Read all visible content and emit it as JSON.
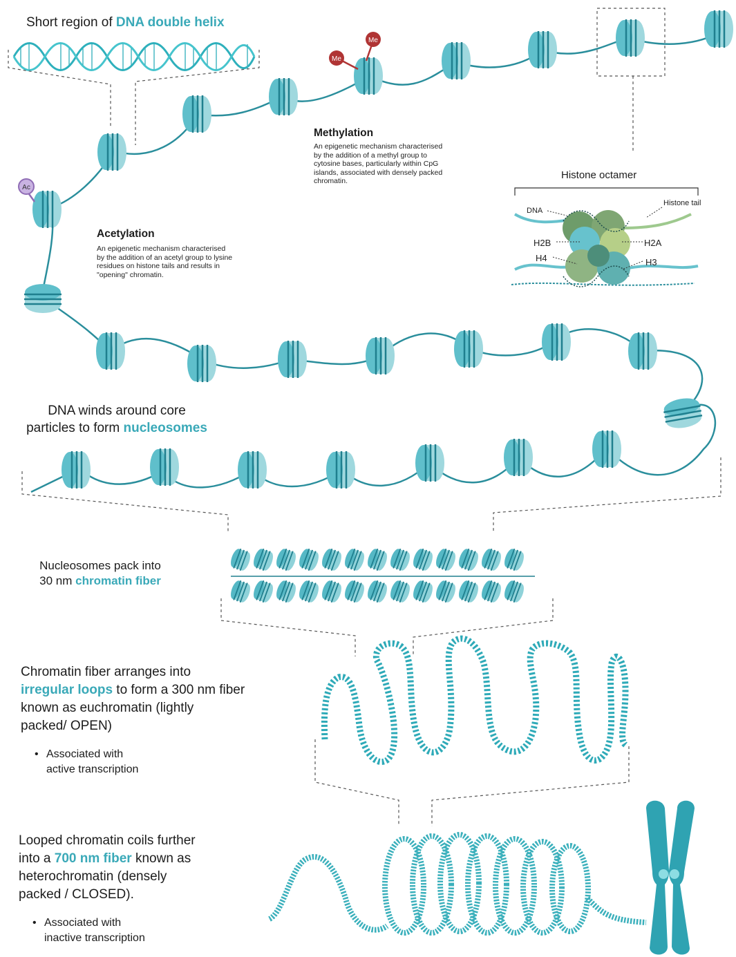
{
  "colors": {
    "teal": "#3aa9b8",
    "nucleosome": "#67c2cd",
    "nucleosome_dark": "#1f8696",
    "dna": "#2a8e9c",
    "methyl": "#b03434",
    "acetyl": "#a482c7",
    "histone_green": "#86b17c",
    "histone_blue": "#67c2cd"
  },
  "icons": {
    "nucleosome": "nucleosome-icon",
    "chromosome": "chromosome-icon"
  },
  "dna_helix": {
    "prefix": "Short region of ",
    "highlight": "DNA double helix"
  },
  "methylation": {
    "title": "Methylation",
    "body_lines": [
      "An epigenetic mechanism characterised",
      "by the addition of a methyl group to",
      "cytosine bases, particularly within CpG",
      "islands, associated with densely packed",
      "chromatin."
    ],
    "tag": "Me"
  },
  "acetylation": {
    "title": "Acetylation",
    "body_lines": [
      "An epigenetic mechanism characterised",
      "by the addition of an acetyl group to lysine",
      "residues on histone tails and results in",
      "\"opening\" chromatin."
    ],
    "tag": "Ac"
  },
  "histone_octamer": {
    "title": "Histone octamer",
    "labels": {
      "dna": "DNA",
      "tail": "Histone tail",
      "h2b": "H2B",
      "h2a": "H2A",
      "h4": "H4",
      "h3": "H3"
    }
  },
  "nucleosomes": {
    "line1": "DNA winds around core",
    "line2_prefix": "particles to form ",
    "highlight": "nucleosomes"
  },
  "fiber30": {
    "line1": "Nucleosomes pack into",
    "line2_prefix": "30 nm ",
    "highlight": "chromatin fiber"
  },
  "fiber300": {
    "line1": "Chromatin fiber arranges into",
    "highlight": "irregular loops",
    "line2_suffix": " to form a 300 nm fiber",
    "line3": "known as euchromatin (lightly",
    "line4": "packed/ OPEN)",
    "bullet_line1": "Associated with",
    "bullet_line2": "active transcription"
  },
  "fiber700": {
    "line1": "Looped chromatin coils further",
    "line2_prefix": "into a ",
    "highlight": "700 nm fiber",
    "line2_suffix": " known as",
    "line3": "heterochromatin (densely",
    "line4": "packed / CLOSED).",
    "bullet_line1": "Associated with",
    "bullet_line2": "inactive transcription"
  },
  "bullet_symbol": "•"
}
